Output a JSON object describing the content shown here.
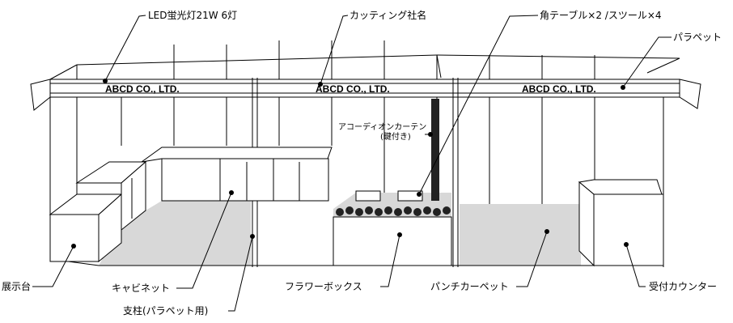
{
  "fascia": {
    "left": "ABCD CO., LTD.",
    "center": "ABCD CO., LTD.",
    "right": "ABCD CO., LTD."
  },
  "labels": {
    "led_light": "LED蛍光灯21W 6灯",
    "cutting_company": "カッティング社名",
    "table_stool": "角テーブル×2 /スツール×4",
    "parapet": "パラペット",
    "accordion_line1": "アコーディオンカーテン",
    "accordion_line2": "(鍵付き)",
    "display_stand": "展示台",
    "cabinet": "キャビネット",
    "pillar": "支柱(パラペット用)",
    "flower_box": "フラワーボックス",
    "punch_carpet": "パンチカーペット",
    "reception_counter": "受付カウンター"
  },
  "colors": {
    "floor": "#d8d8d8",
    "line": "#000000",
    "curtain": "#222222",
    "plants": "#222222"
  }
}
